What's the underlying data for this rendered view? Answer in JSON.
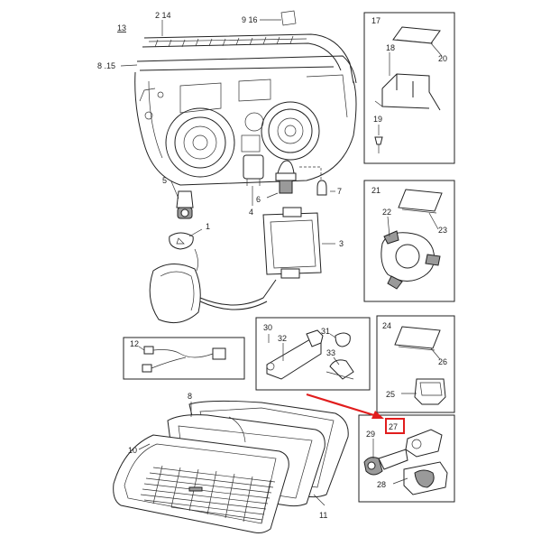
{
  "labels": {
    "l13": "13",
    "l2_14": "2 14",
    "l9_16": "9 16",
    "l8_15": "8 .15",
    "l5": "5",
    "l6": "6",
    "l4": "4",
    "l7": "7",
    "l1": "1",
    "l3": "3",
    "l17": "17",
    "l18": "18",
    "l20": "20",
    "l19": "19",
    "l21": "21",
    "l22": "22",
    "l23": "23",
    "l24": "24",
    "l26": "26",
    "l25": "25",
    "l12": "12",
    "l30": "30",
    "l32": "32",
    "l31": "31",
    "l33": "33",
    "l8b": "8",
    "l10": "10",
    "l11": "11",
    "l27": "27",
    "l29": "29",
    "l28": "28"
  },
  "colors": {
    "highlight": "#e11d1d",
    "line": "#222222",
    "shade": "#d8d8d8"
  },
  "callout": {
    "highlighted_part": "27"
  }
}
